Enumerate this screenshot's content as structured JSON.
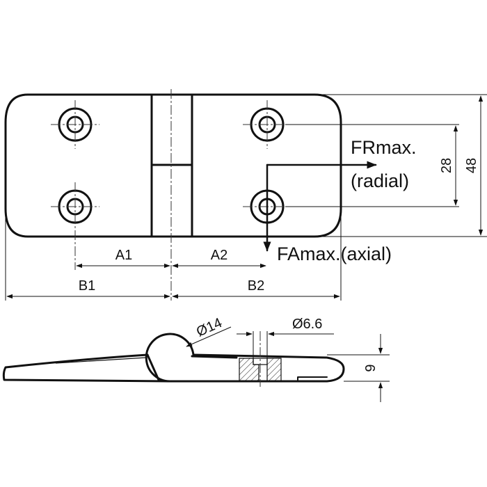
{
  "dimensions": {
    "a1": "A1",
    "a2": "A2",
    "b1": "B1",
    "b2": "B2",
    "hole_spacing": "28",
    "overall_height": "48",
    "thickness": "9",
    "pin_diameter": "Ø14",
    "hole_diameter": "Ø6.6"
  },
  "forces": {
    "radial_name": "FRmax.",
    "radial_desc": "(radial)",
    "axial": "FAmax.(axial)"
  }
}
